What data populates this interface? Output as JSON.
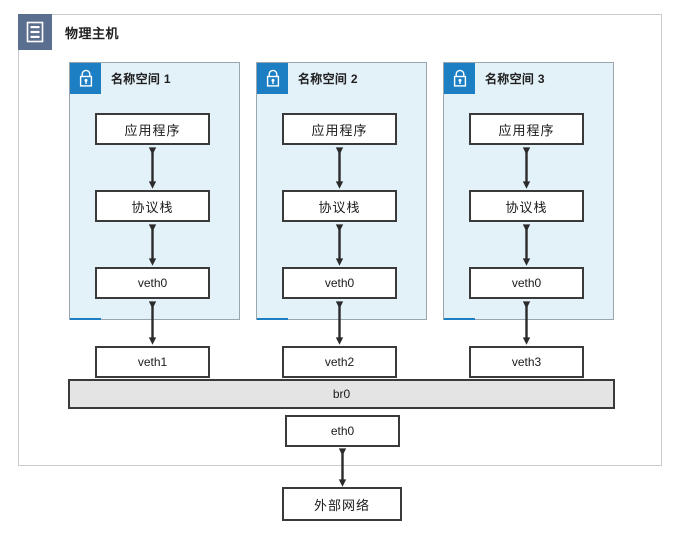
{
  "host": {
    "title": "物理主机",
    "icon": "server-icon",
    "icon_color": "#5a6e8f",
    "border_color": "#c9cccf"
  },
  "palette": {
    "namespace_fill": "#e3f1f9",
    "namespace_border": "#9aa5ad",
    "namespace_icon": "#1c7fc3",
    "node_border": "#3a3a3a",
    "node_fill": "#ffffff",
    "bridge_fill": "#e4e4e4",
    "arrow_color": "#2b2b2b"
  },
  "namespaces": [
    {
      "title": "名称空间 1",
      "icon": "lock-icon",
      "nodes": {
        "app": "应用程序",
        "stack": "协议栈",
        "veth": "veth0"
      },
      "host_veth": "veth1"
    },
    {
      "title": "名称空间 2",
      "icon": "lock-icon",
      "nodes": {
        "app": "应用程序",
        "stack": "协议栈",
        "veth": "veth0"
      },
      "host_veth": "veth2"
    },
    {
      "title": "名称空间 3",
      "icon": "lock-icon",
      "nodes": {
        "app": "应用程序",
        "stack": "协议栈",
        "veth": "veth0"
      },
      "host_veth": "veth3"
    }
  ],
  "bridge": {
    "label": "br0"
  },
  "uplink": {
    "label": "eth0"
  },
  "external": {
    "label": "外部网络"
  }
}
